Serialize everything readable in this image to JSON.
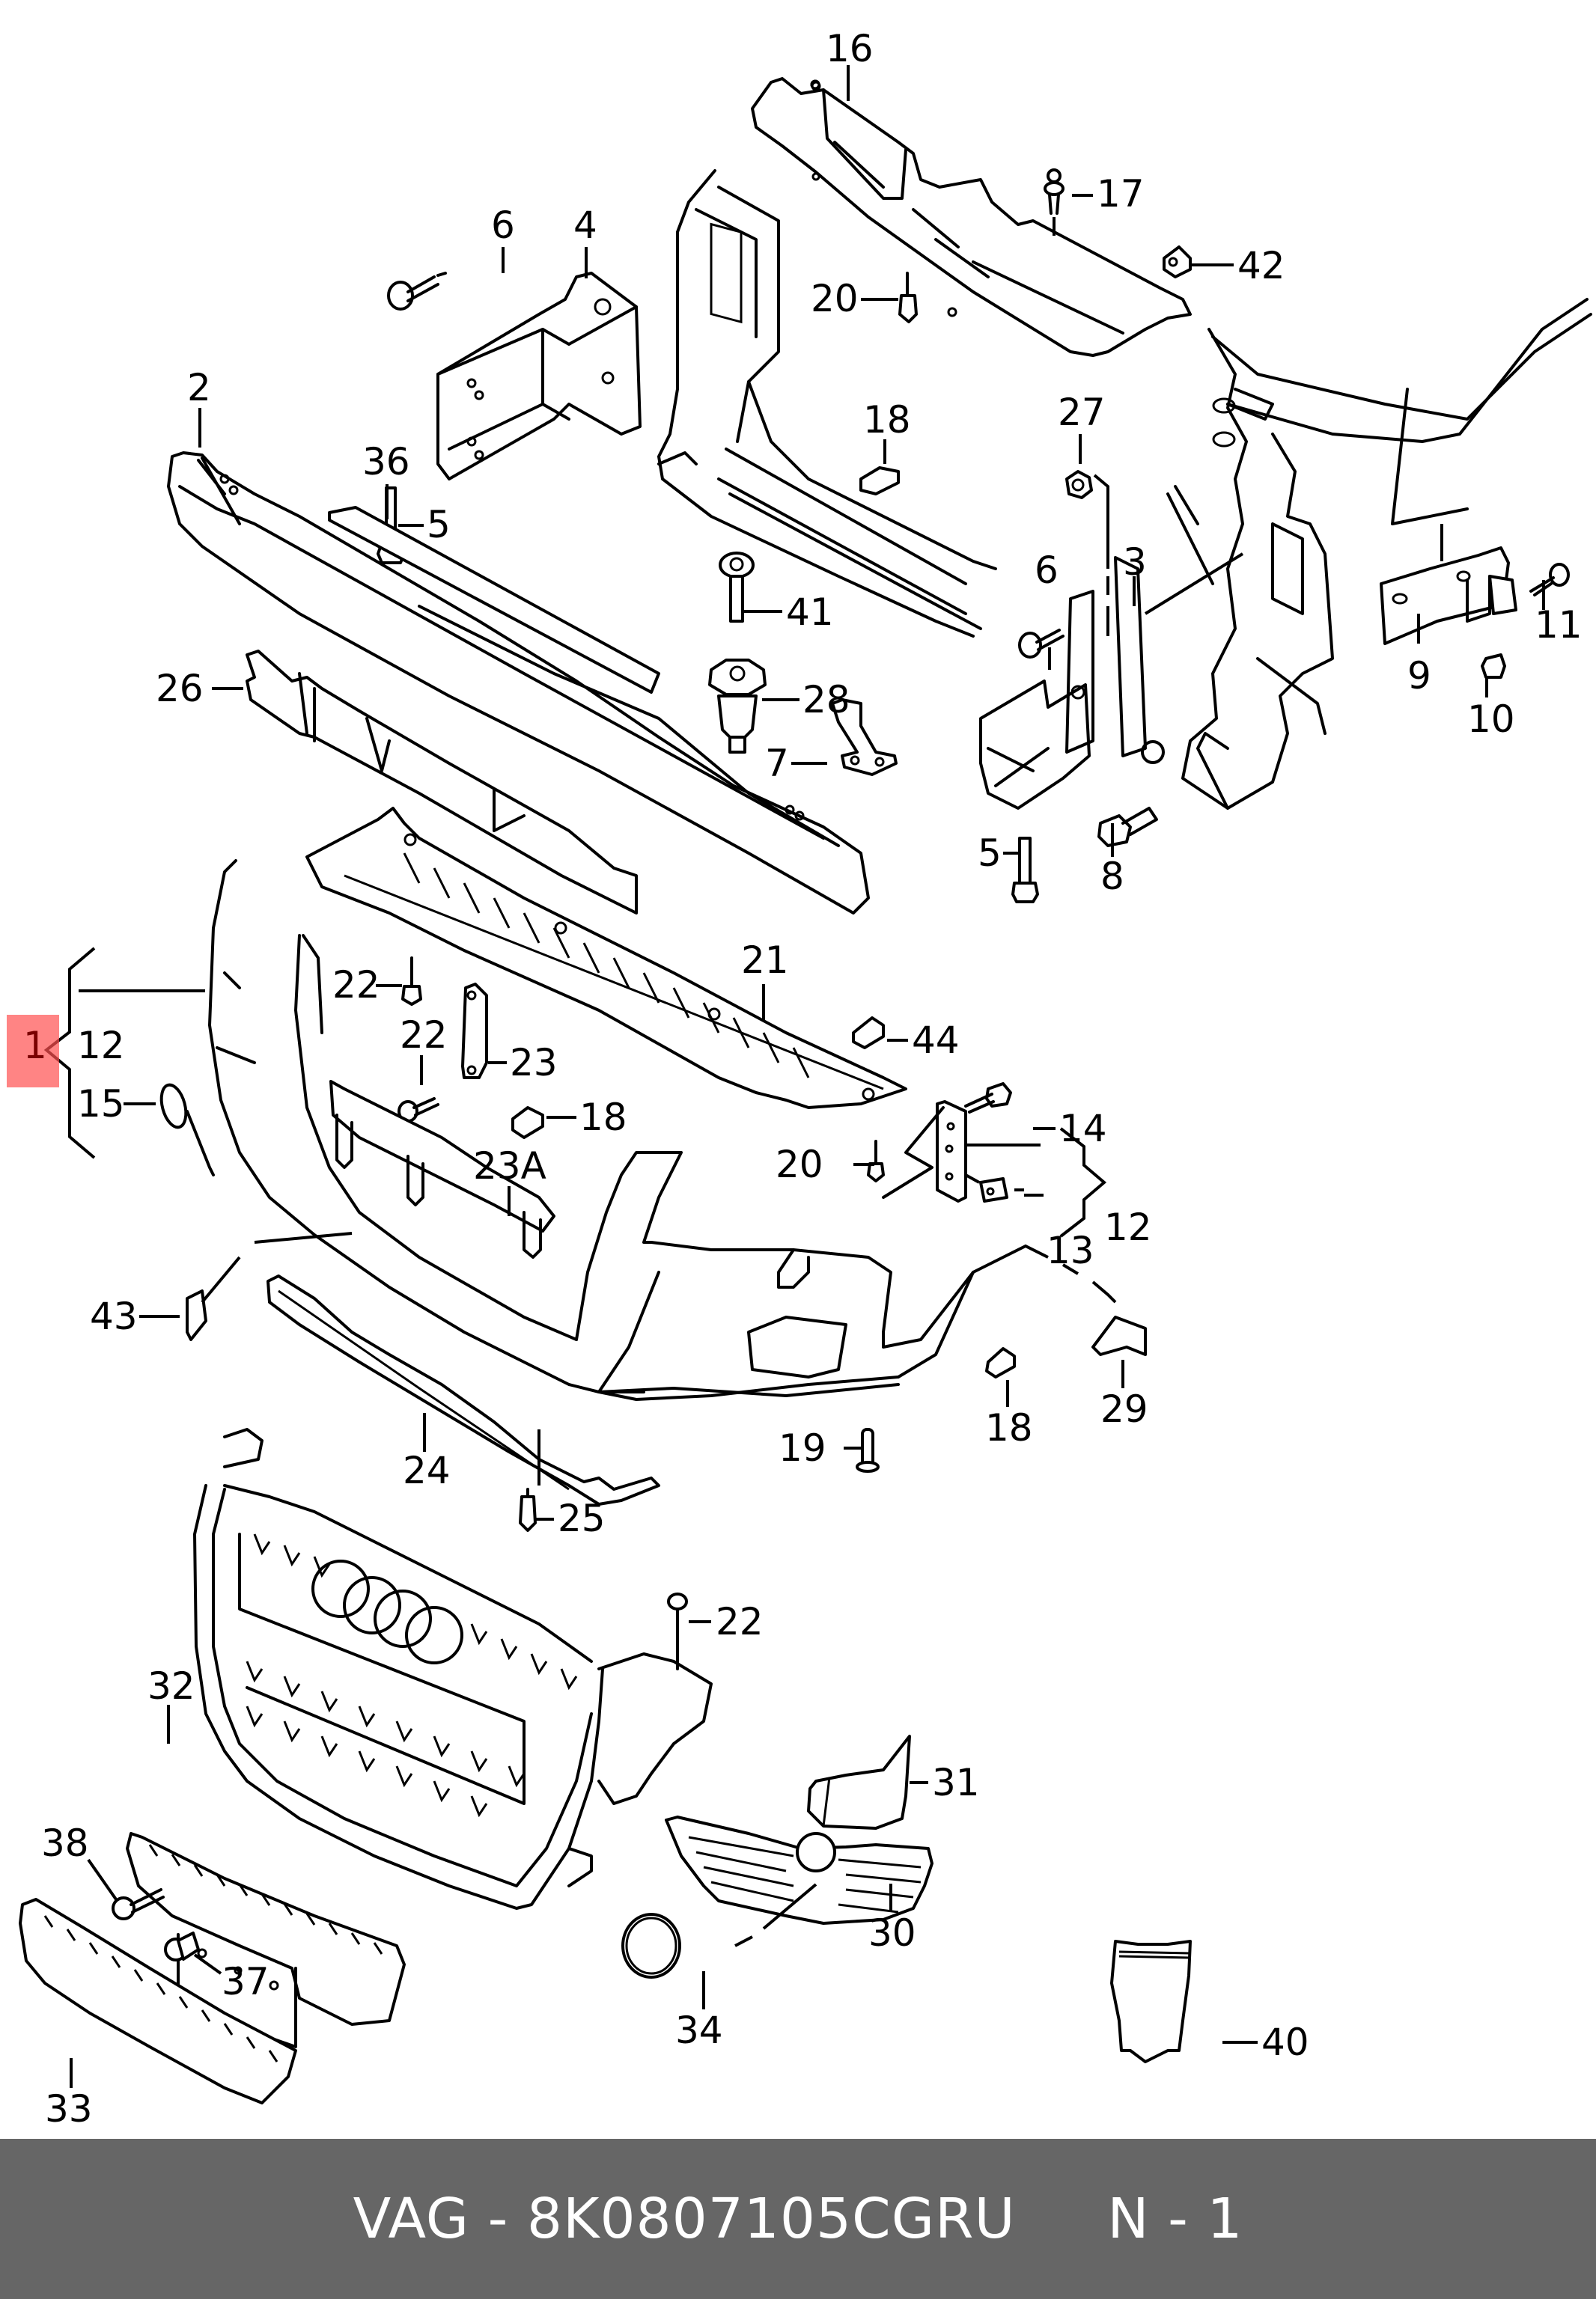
{
  "diagram": {
    "title": "Front bumper assembly exploded parts diagram",
    "highlighted_callout": "1",
    "highlight_color": "#ff6b6b",
    "callouts": [
      {
        "id": "c16",
        "label": "16",
        "part": "air-duct-upper"
      },
      {
        "id": "c17",
        "label": "17",
        "part": "expanding-rivet"
      },
      {
        "id": "c42",
        "label": "42",
        "part": "spring-nut"
      },
      {
        "id": "c6a",
        "label": "6",
        "part": "screw"
      },
      {
        "id": "c4",
        "label": "4",
        "part": "bracket-left"
      },
      {
        "id": "c20a",
        "label": "20",
        "part": "tapping-screw"
      },
      {
        "id": "c2",
        "label": "2",
        "part": "bumper-reinforcement"
      },
      {
        "id": "c36",
        "label": "36",
        "part": "foam-strip"
      },
      {
        "id": "c5a",
        "label": "5",
        "part": "bolt"
      },
      {
        "id": "c18a",
        "label": "18",
        "part": "clip-nut"
      },
      {
        "id": "c27",
        "label": "27",
        "part": "nut"
      },
      {
        "id": "c41",
        "label": "41",
        "part": "bolt"
      },
      {
        "id": "c6b",
        "label": "6",
        "part": "screw"
      },
      {
        "id": "c3",
        "label": "3",
        "part": "bracket-right"
      },
      {
        "id": "c11",
        "label": "11",
        "part": "screw"
      },
      {
        "id": "c26",
        "label": "26",
        "part": "impact-absorber"
      },
      {
        "id": "c28",
        "label": "28",
        "part": "stud"
      },
      {
        "id": "c9",
        "label": "9",
        "part": "guide-bracket"
      },
      {
        "id": "c10",
        "label": "10",
        "part": "nut"
      },
      {
        "id": "c7",
        "label": "7",
        "part": "bracket"
      },
      {
        "id": "c5b",
        "label": "5",
        "part": "bolt"
      },
      {
        "id": "c8",
        "label": "8",
        "part": "bolt"
      },
      {
        "id": "c21",
        "label": "21",
        "part": "air-guide-lower"
      },
      {
        "id": "c22a",
        "label": "22",
        "part": "screw"
      },
      {
        "id": "c12a",
        "label": "12",
        "part": "guide-profile-left"
      },
      {
        "id": "c1",
        "label": "1",
        "part": "bumper-cover"
      },
      {
        "id": "c44",
        "label": "44",
        "part": "spring-nut"
      },
      {
        "id": "c22b",
        "label": "22",
        "part": "screw"
      },
      {
        "id": "c23",
        "label": "23",
        "part": "holder"
      },
      {
        "id": "c15",
        "label": "15",
        "part": "tow-eye-cap"
      },
      {
        "id": "c18b",
        "label": "18",
        "part": "clip-nut"
      },
      {
        "id": "c14",
        "label": "14",
        "part": "bolt"
      },
      {
        "id": "c23a",
        "label": "23A",
        "part": "center-bracket"
      },
      {
        "id": "c20b",
        "label": "20",
        "part": "tapping-screw"
      },
      {
        "id": "c12b",
        "label": "12",
        "part": "guide-profile-right"
      },
      {
        "id": "c13",
        "label": "13",
        "part": "clip"
      },
      {
        "id": "c43",
        "label": "43",
        "part": "adhesive-pad"
      },
      {
        "id": "c29",
        "label": "29",
        "part": "retainer"
      },
      {
        "id": "c18c",
        "label": "18",
        "part": "clip-nut"
      },
      {
        "id": "c19",
        "label": "19",
        "part": "pin"
      },
      {
        "id": "c24",
        "label": "24",
        "part": "spoiler-lip"
      },
      {
        "id": "c25",
        "label": "25",
        "part": "screw"
      },
      {
        "id": "c22c",
        "label": "22",
        "part": "screw"
      },
      {
        "id": "c32",
        "label": "32",
        "part": "license-plate-holder"
      },
      {
        "id": "c31",
        "label": "31",
        "part": "cover"
      },
      {
        "id": "c38",
        "label": "38",
        "part": "screw"
      },
      {
        "id": "c37",
        "label": "37",
        "part": "expanding-nut"
      },
      {
        "id": "c30",
        "label": "30",
        "part": "fog-lamp-grille"
      },
      {
        "id": "c34",
        "label": "34",
        "part": "trim-ring"
      },
      {
        "id": "c40",
        "label": "40",
        "part": "repair-kit-bag"
      },
      {
        "id": "c33",
        "label": "33",
        "part": "license-plate-trim"
      }
    ]
  },
  "footer": {
    "brand": "VAG",
    "separator": "-",
    "part_number": "8K0807105CGRU",
    "page": "N - 1",
    "text": "VAG - 8K0807105CGRU     N - 1"
  }
}
